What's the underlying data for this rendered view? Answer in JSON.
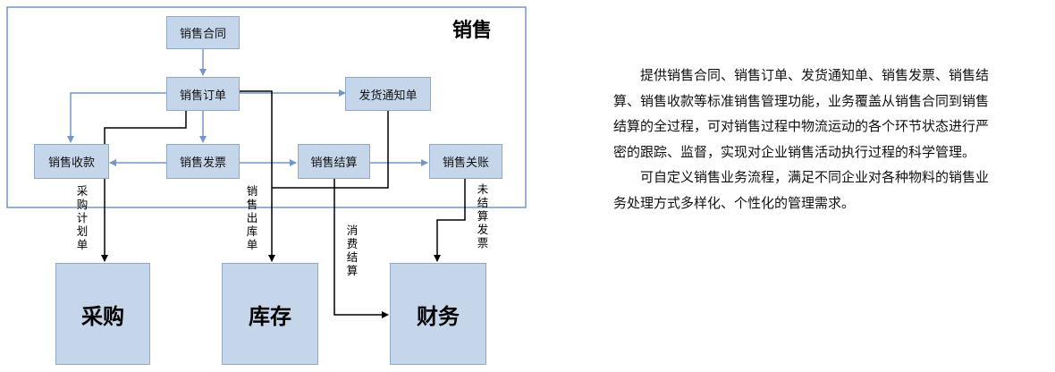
{
  "diagram": {
    "region_title": "销售",
    "boxes": {
      "contract": "销售合同",
      "order": "销售订单",
      "delivery": "发货通知单",
      "receipt": "销售收款",
      "invoice": "销售发票",
      "settlement": "销售结算",
      "closing": "销售关账"
    },
    "modules": {
      "purchase": "采购",
      "inventory": "库存",
      "finance": "财务"
    },
    "flow_labels": {
      "purchase_plan": "采购计划单",
      "sales_outbound": "销售出库单",
      "consume_settlement": "消费结算",
      "unsettled_invoice": "未结算发票"
    }
  },
  "description": {
    "paragraphs": [
      "提供销售合同、销售订单、发货通知单、销售发票、销售结算、销售收款等标准销售管理功能，业务覆盖从销售合同到销售结算的全过程，可对销售过程中物流运动的各个环节状态进行严密的跟踪、监督，实现对企业销售活动执行过程的科学管理。",
      "可自定义销售业务流程，满足不同企业对各种物料的销售业务处理方式多样化、个性化的管理需求。"
    ]
  },
  "colors": {
    "box_fill": "#c5d5ea",
    "box_border": "#8fa9cc",
    "blue_line": "#7496c8",
    "black_line": "#000000"
  }
}
